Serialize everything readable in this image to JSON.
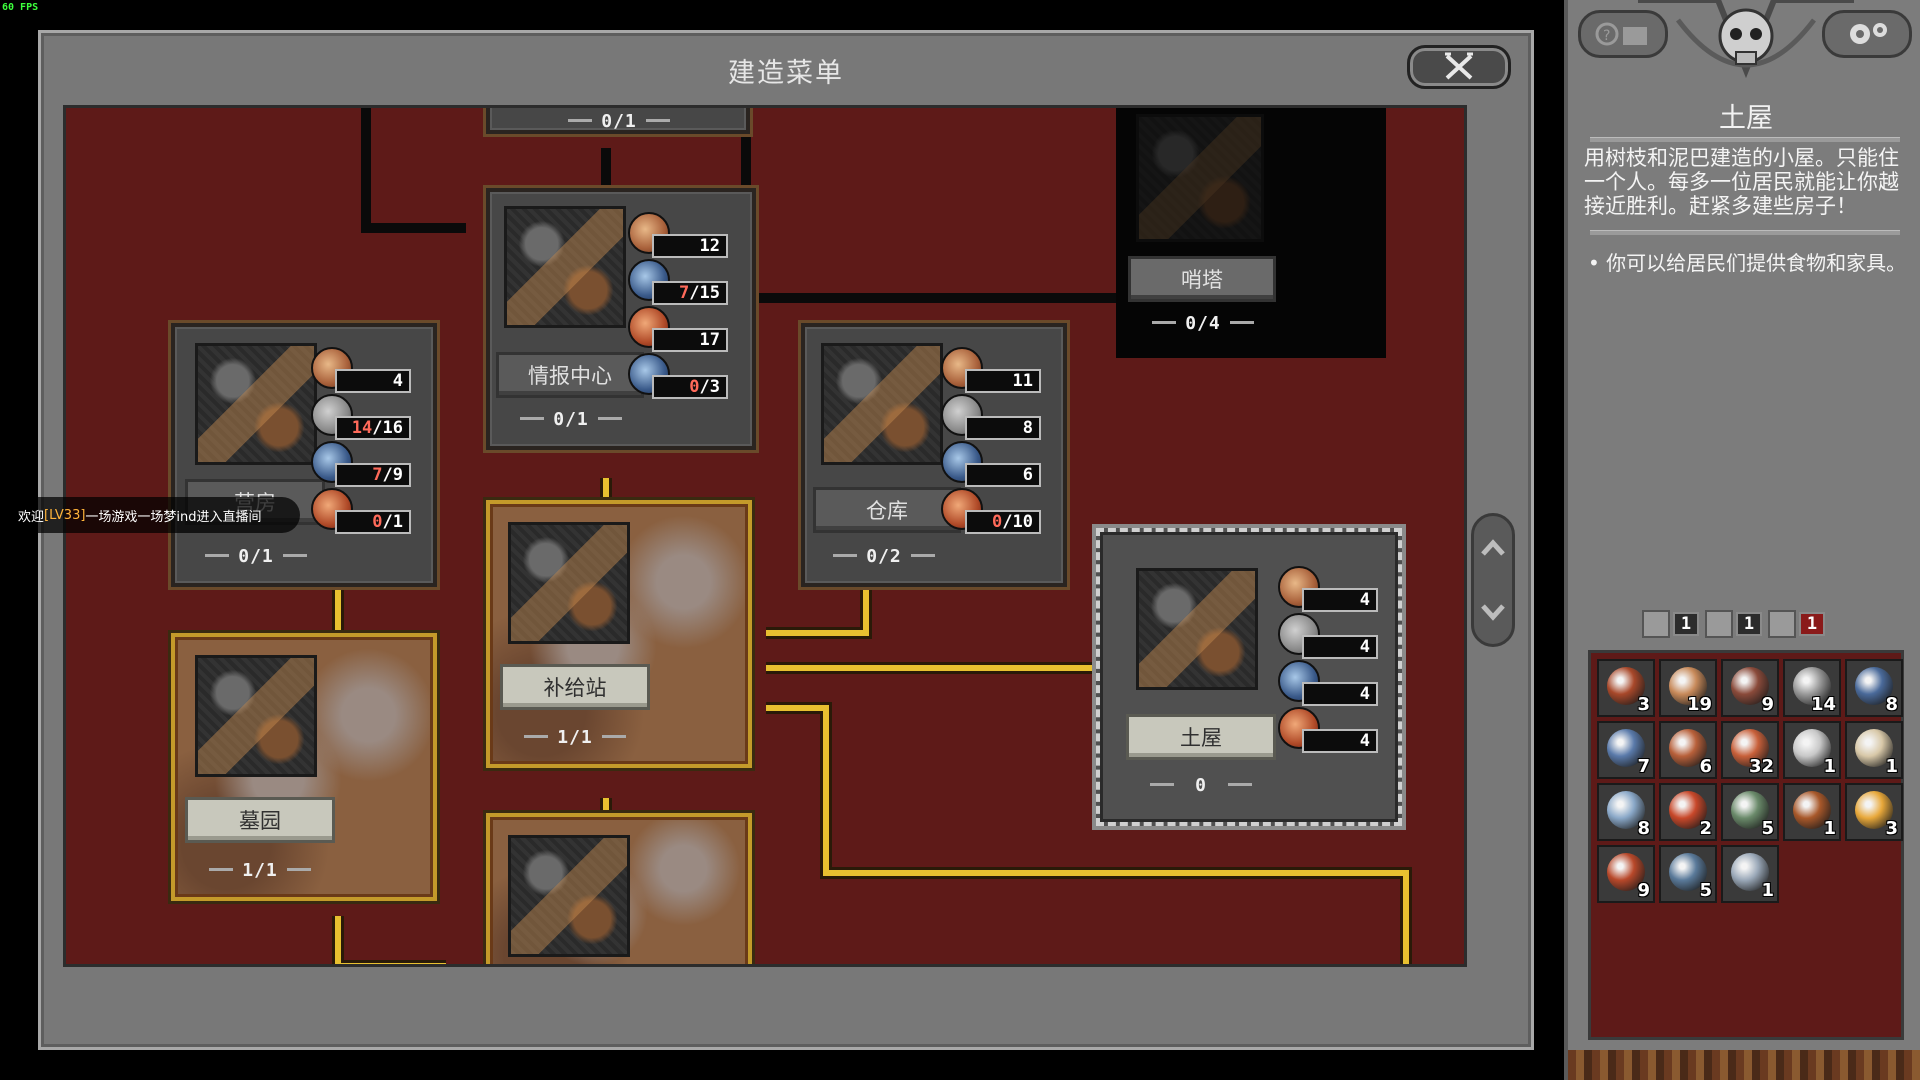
{
  "overlay": {
    "fps": "60 FPS"
  },
  "build_menu": {
    "title": "建造菜单",
    "buildings": {
      "top_partial": {
        "count": "0/1"
      },
      "intel_center": {
        "name": "情报中心",
        "count": "0/1",
        "resources": [
          {
            "icon": "wood-plank-icon",
            "value": "12",
            "have": ""
          },
          {
            "icon": "metal-icon",
            "value": "/15",
            "have": "7"
          },
          {
            "icon": "food-icon",
            "value": "17",
            "have": ""
          },
          {
            "icon": "orb-icon",
            "value": "/3",
            "have": "0"
          }
        ]
      },
      "watchtower": {
        "name": "哨塔",
        "count": "0/4"
      },
      "left_building": {
        "name": "营房",
        "count": "0/1",
        "resources": [
          {
            "icon": "wood-plank-icon",
            "value": "4",
            "have": ""
          },
          {
            "icon": "stone-icon",
            "value": "/16",
            "have": "14"
          },
          {
            "icon": "metal-icon",
            "value": "/9",
            "have": "7"
          },
          {
            "icon": "food-icon",
            "value": "/1",
            "have": "0"
          }
        ]
      },
      "warehouse": {
        "name": "仓库",
        "count": "0/2",
        "resources": [
          {
            "icon": "wood-plank-icon",
            "value": "11",
            "have": ""
          },
          {
            "icon": "stone-icon",
            "value": "8",
            "have": ""
          },
          {
            "icon": "metal-icon",
            "value": "6",
            "have": ""
          },
          {
            "icon": "food-icon",
            "value": "/10",
            "have": "0"
          }
        ]
      },
      "supply_station": {
        "name": "补给站",
        "count": "1/1"
      },
      "cemetery": {
        "name": "墓园",
        "count": "1/1"
      },
      "mud_hut": {
        "name": "土屋",
        "count": "0",
        "resources": [
          {
            "icon": "wood-plank-icon",
            "value": "4",
            "have": ""
          },
          {
            "icon": "stone-icon",
            "value": "4",
            "have": ""
          },
          {
            "icon": "metal-icon",
            "value": "4",
            "have": ""
          },
          {
            "icon": "food-icon",
            "value": "4",
            "have": ""
          }
        ]
      }
    }
  },
  "chat": {
    "prefix": "欢迎",
    "level": "[LV33]",
    "rest": "一场游戏一场梦ind进入直播间"
  },
  "info_panel": {
    "title": "土屋",
    "description": "用树枝和泥巴建造的小屋。只能住一个人。每多一位居民就能让你越接近胜利。赶紧多建些房子！",
    "bullet": "• 你可以给居民们提供食物和家具。",
    "stats": [
      {
        "icon": "building-icon",
        "value": "1",
        "alert": false
      },
      {
        "icon": "population-icon",
        "value": "1",
        "alert": false
      },
      {
        "icon": "grid-icon",
        "value": "1",
        "alert": true
      }
    ],
    "inventory": [
      {
        "icon": "branches-icon",
        "qty": "3",
        "color": "#a8482a"
      },
      {
        "icon": "wood-plank-icon",
        "qty": "19",
        "color": "#c88a5a"
      },
      {
        "icon": "stone-pebbles-icon",
        "qty": "9",
        "color": "#8a4a3a"
      },
      {
        "icon": "stone-icon",
        "qty": "14",
        "color": "#9a9a9a"
      },
      {
        "icon": "metal-scrap-icon",
        "qty": "8",
        "color": "#4a6a9a"
      },
      {
        "icon": "metal-icon",
        "qty": "7",
        "color": "#5a7aaa"
      },
      {
        "icon": "rations-icon",
        "qty": "6",
        "color": "#b8603a"
      },
      {
        "icon": "food-icon",
        "qty": "32",
        "color": "#c8603a"
      },
      {
        "icon": "skull-icon",
        "qty": "1",
        "color": "#c8c8c8"
      },
      {
        "icon": "scroll-icon",
        "qty": "1",
        "color": "#d8c8a8"
      },
      {
        "icon": "book-icon",
        "qty": "8",
        "color": "#8aa8c8"
      },
      {
        "icon": "living-fabric-icon",
        "qty": "2",
        "color": "#c8482a"
      },
      {
        "icon": "shards-icon",
        "qty": "5",
        "color": "#6a8a6a"
      },
      {
        "icon": "pick-icon",
        "qty": "1",
        "color": "#a8582a"
      },
      {
        "icon": "orb-of-expansion-icon",
        "qty": "3",
        "color": "#e8a83a"
      },
      {
        "icon": "ember-icon",
        "qty": "9",
        "color": "#b8482a"
      },
      {
        "icon": "memory-icon",
        "qty": "5",
        "color": "#5a7a9a"
      },
      {
        "icon": "crystal-icon",
        "qty": "1",
        "color": "#9aa8b8"
      }
    ]
  }
}
